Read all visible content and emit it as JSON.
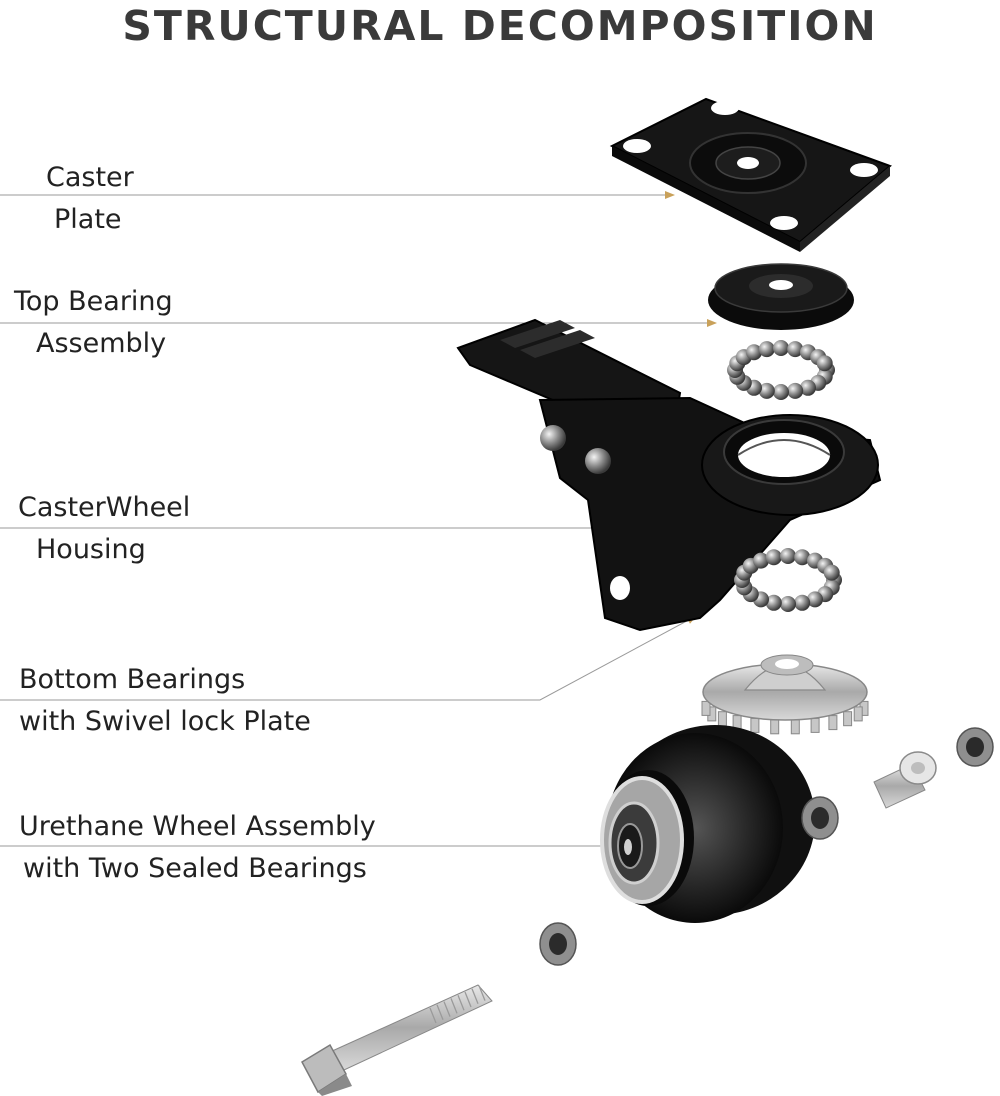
{
  "title": "STRUCTURAL DECOMPOSITION",
  "callouts": [
    {
      "id": "caster-plate",
      "lines": [
        "Caster",
        "Plate"
      ]
    },
    {
      "id": "top-bearing-assembly",
      "lines": [
        "Top Bearing",
        "Assembly"
      ]
    },
    {
      "id": "caster-wheel-housing",
      "lines": [
        "CasterWheel",
        "Housing"
      ]
    },
    {
      "id": "bottom-bearings",
      "lines": [
        "Bottom Bearings",
        "with Swivel lock Plate"
      ]
    },
    {
      "id": "urethane-wheel-assembly",
      "lines": [
        "Urethane Wheel Assembly",
        "with Two Sealed Bearings"
      ]
    }
  ],
  "colors": {
    "part_dark": "#141414",
    "metal": "#b9b9b9",
    "leader": "#999999",
    "arrow": "#c9a15a"
  }
}
